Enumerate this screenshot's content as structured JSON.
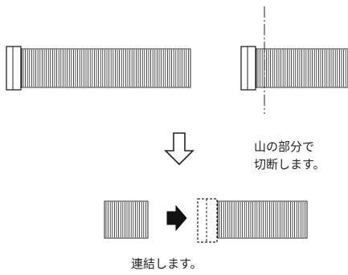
{
  "captions": {
    "cut_line1": "山の部分で",
    "cut_line2": "切断します。",
    "join": "連結します。"
  },
  "colors": {
    "stroke": "#222222",
    "background": "#ffffff"
  }
}
